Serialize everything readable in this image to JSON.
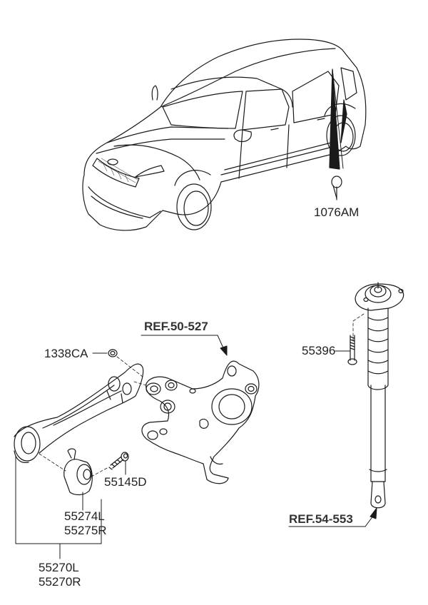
{
  "diagram": {
    "type": "parts-exploded-view",
    "subject": "Rear suspension - trailing arm and shock absorber",
    "line_color": "#1a1a1a",
    "background_color": "#ffffff"
  },
  "parts": {
    "plug": {
      "code": "1076AM",
      "icon": "plug-cap-icon"
    },
    "nut": {
      "code": "1338CA",
      "icon": "flange-nut-icon"
    },
    "bolt_shock": {
      "code": "55396",
      "icon": "bolt-icon"
    },
    "bolt_arm": {
      "code": "55145D",
      "icon": "bolt-icon"
    },
    "bushing": {
      "code_left": "55274L",
      "code_right": "55275R",
      "icon": "bushing-icon"
    },
    "trailing_arm": {
      "code_left": "55270L",
      "code_right": "55270R",
      "icon": "trailing-arm-icon"
    }
  },
  "references": {
    "knuckle": "REF.50-527",
    "shock": "REF.54-553"
  }
}
